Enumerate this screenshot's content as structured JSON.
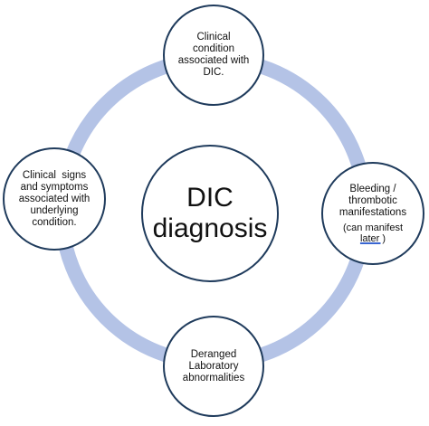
{
  "diagram": {
    "center": {
      "lines": [
        "DIC",
        "diagnosis"
      ]
    },
    "nodes": {
      "top": {
        "lines": [
          "Clinical",
          "condition",
          "associated with",
          "DIC."
        ]
      },
      "left": {
        "lines": [
          "Clinical  signs",
          "and symptoms",
          "associated with",
          "underlying",
          "condition."
        ]
      },
      "right": {
        "lines": [
          "Bleeding /",
          "thrombotic",
          "manifestations"
        ],
        "note_prefix": "(can manifest",
        "note_suffix": "later )"
      },
      "bottom": {
        "lines": [
          "Deranged",
          "Laboratory",
          "abnormalities"
        ]
      }
    },
    "colors": {
      "ring": "#b4c3e6",
      "circle_border": "#1f3b5c",
      "text": "#111111"
    }
  }
}
